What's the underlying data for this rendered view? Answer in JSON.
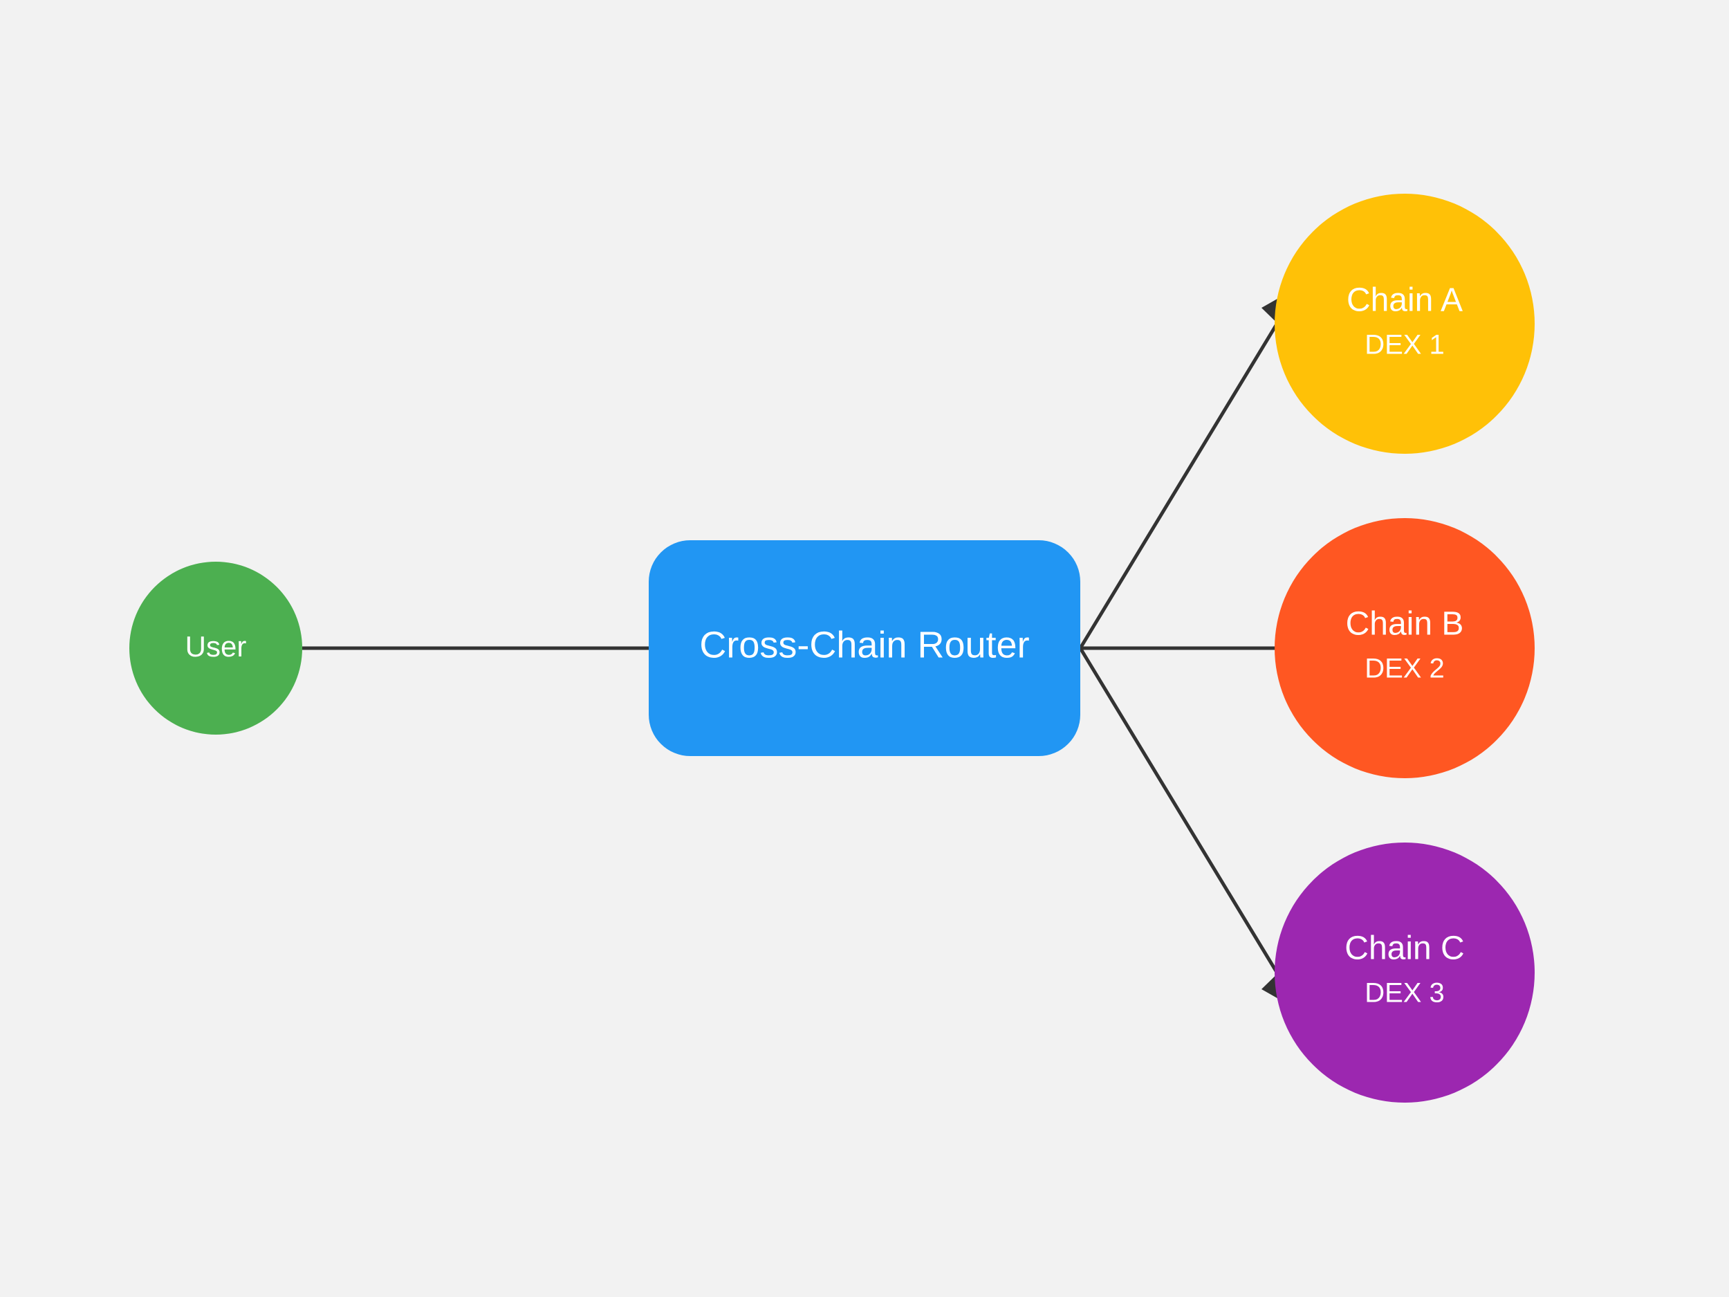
{
  "diagram": {
    "background": "#f2f2f2",
    "edge_color": "#333333",
    "nodes": {
      "user": {
        "label": "User",
        "color": "#4caf50"
      },
      "router": {
        "label": "Cross-Chain Router",
        "color": "#2196f3"
      },
      "chain_a": {
        "label": "Chain A",
        "sublabel": "DEX 1",
        "color": "#ffc107"
      },
      "chain_b": {
        "label": "Chain B",
        "sublabel": "DEX 2",
        "color": "#ff5722"
      },
      "chain_c": {
        "label": "Chain C",
        "sublabel": "DEX 3",
        "color": "#9c27b0"
      }
    },
    "edges": [
      {
        "from": "user",
        "to": "router"
      },
      {
        "from": "router",
        "to": "chain_a"
      },
      {
        "from": "router",
        "to": "chain_b"
      },
      {
        "from": "router",
        "to": "chain_c"
      }
    ]
  }
}
